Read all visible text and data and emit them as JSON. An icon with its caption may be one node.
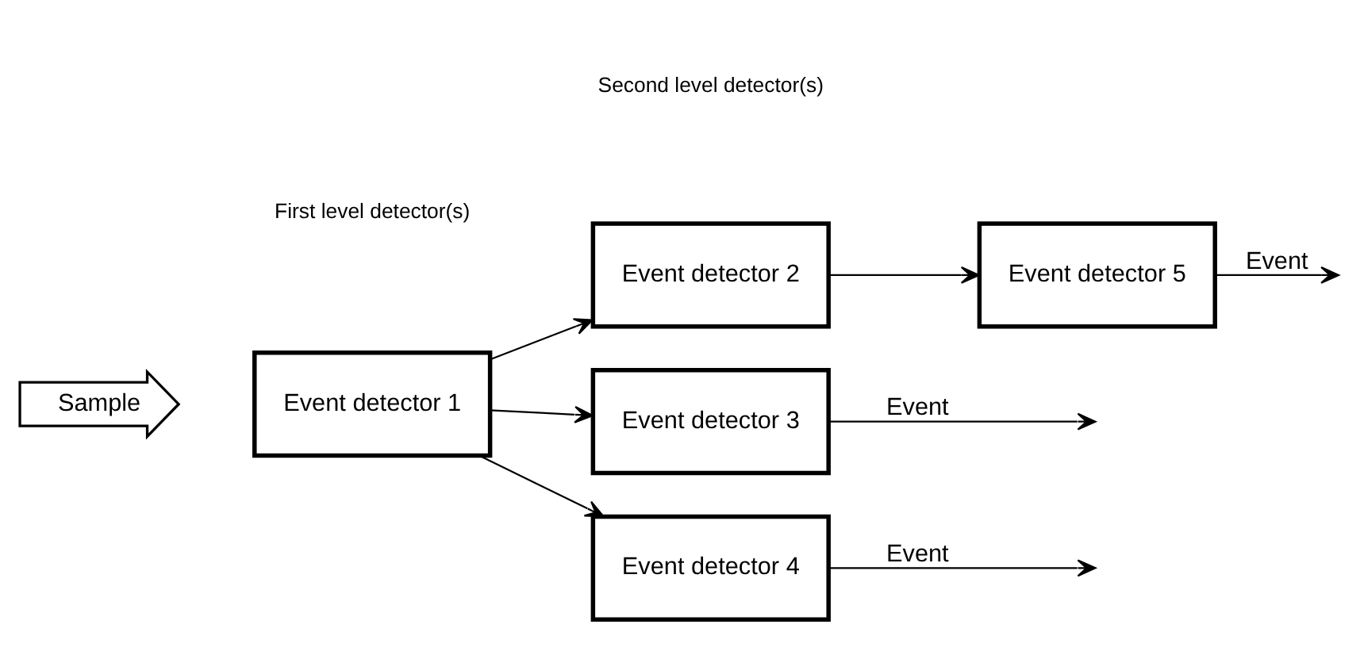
{
  "diagram": {
    "nodes": [
      {
        "text": [
          "Sample"
        ]
      },
      {
        "text": [
          "Event detector 1"
        ]
      },
      {
        "text": [
          "Event detector 2"
        ]
      },
      {
        "text": [
          "Event detector 3"
        ]
      },
      {
        "text": [
          "Event detector 4"
        ]
      },
      {
        "text": [
          "Event detector 5"
        ]
      }
    ],
    "edges": [
      {
        "from": 1,
        "to": 2,
        "arrow": "to"
      },
      {
        "from": 1,
        "to": 3,
        "arrow": "to"
      },
      {
        "from": 1,
        "to": 4,
        "arrow": "to"
      },
      {
        "from": 2,
        "to": 5,
        "arrow": "to"
      },
      {
        "from": 5,
        "to": null,
        "arrow": "to",
        "label": "Event"
      },
      {
        "from": 3,
        "to": null,
        "arrow": "to",
        "label": "Event"
      },
      {
        "from": 4,
        "to": null,
        "arrow": "to",
        "label": "Event"
      }
    ],
    "labels": [
      "First level detector(s)",
      "Second level detector(s)"
    ]
  }
}
